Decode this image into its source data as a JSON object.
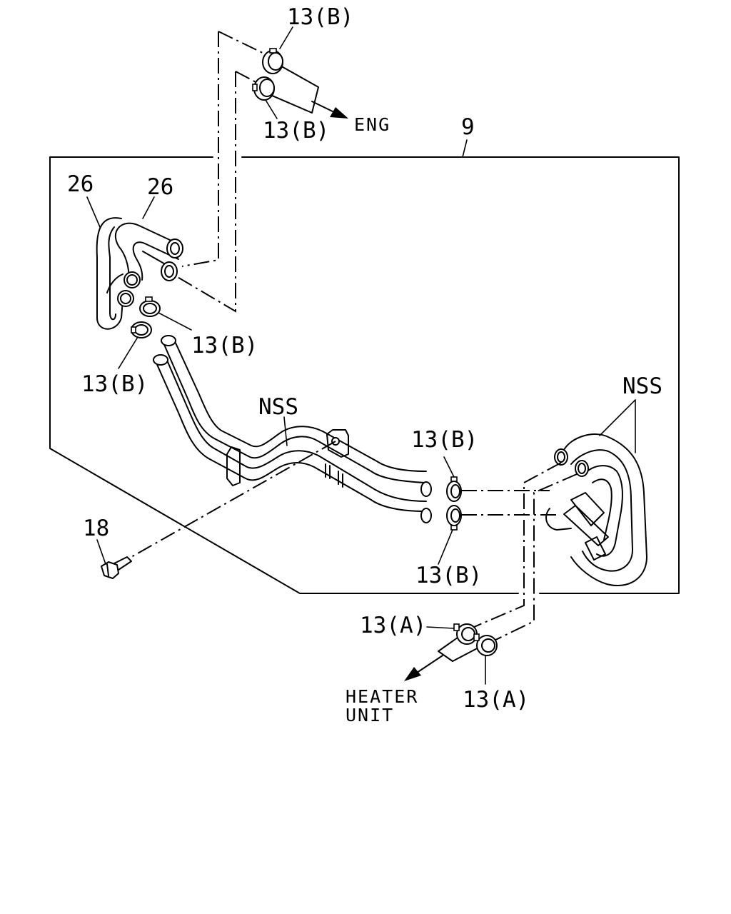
{
  "labels": {
    "clamp_b_top": "13(B)",
    "clamp_b_top_lower": "13(B)",
    "eng_arrow": "ENG",
    "assembly": "9",
    "hose_26_left": "26",
    "hose_26_right": "26",
    "clamp_b_left_upper": "13(B)",
    "clamp_b_left_lower": "13(B)",
    "nss_left": "NSS",
    "nss_right": "NSS",
    "clamp_b_mid_upper": "13(B)",
    "clamp_b_mid_lower": "13(B)",
    "bolt_18": "18",
    "clamp_a_upper": "13(A)",
    "clamp_a_lower": "13(A)",
    "heater_unit_line1": "HEATER",
    "heater_unit_line2": "UNIT"
  }
}
